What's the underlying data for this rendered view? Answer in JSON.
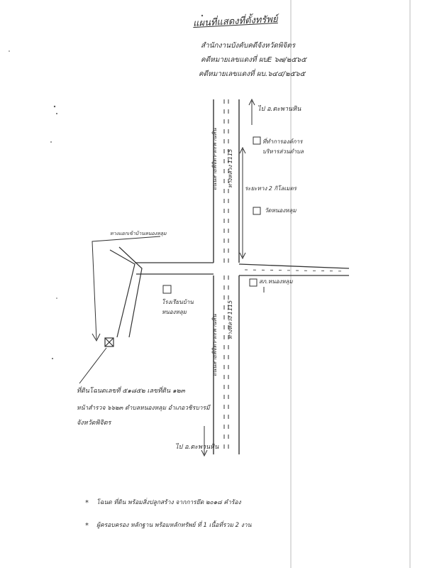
{
  "header": {
    "title": "แผนที่แสดงที่ตั้งทรัพย์",
    "line1": "สำนักงานบังคับคดีจังหวัดพิจิตร",
    "line2": "คดีหมายเลขแดงที่ ผบE ๖๗/๒๕๖๕",
    "line3": "คดีหมายเลขแดงที่ ผบ.๖๔๔/๒๕๖๕"
  },
  "labels": {
    "to_north": "ไป อ.ตะพานหิน",
    "to_south": "ไป อ.ตะพานหิน",
    "road_upper_left": "ถนนสายพิจิตร-ตะพานหิน",
    "road_upper_right": "ทางหลวง 1115",
    "road_lower_left": "ถนนสายพิจิตร-ตะพานหิน",
    "road_lower_right": "ทางหลวง 1115",
    "landmark_north": "ที่ทำการองค์การบริหารส่วนตำบล",
    "distance": "ระยะทาง 2 กิโลเมตร",
    "temple": "วัดหนองหลุม",
    "police": "สภ.หนองหลุม",
    "school": "โรงเรียนบ้านหนองหลุม",
    "side_road": "ทางแยกเข้าบ้านหนองหลุม",
    "property_note_l1": "ที่ดินโฉนดเลขที่ ๕๑๘๕๒ เลขที่ดิน ๑๒๓",
    "property_note_l2": "หน้าสำรวจ ๖๖๒๓ ตำบลหนองหลุม อำเภอวชิรบารมี",
    "property_note_l3": "จังหวัดพิจิตร",
    "footnote1": "โฉนด ที่ดิน พร้อมสิ่งปลูกสร้าง จากการยึด ๒๐๑๘ คำร้อง",
    "footnote2": "ผู้ครอบครอง หลักฐาน พร้อมหลักทรัพย์ ที่ 1 เนื้อที่รวม 2 งาน"
  },
  "symbols": {
    "asterisk": "*"
  },
  "colors": {
    "ink": "#333333",
    "paper": "#ffffff"
  }
}
